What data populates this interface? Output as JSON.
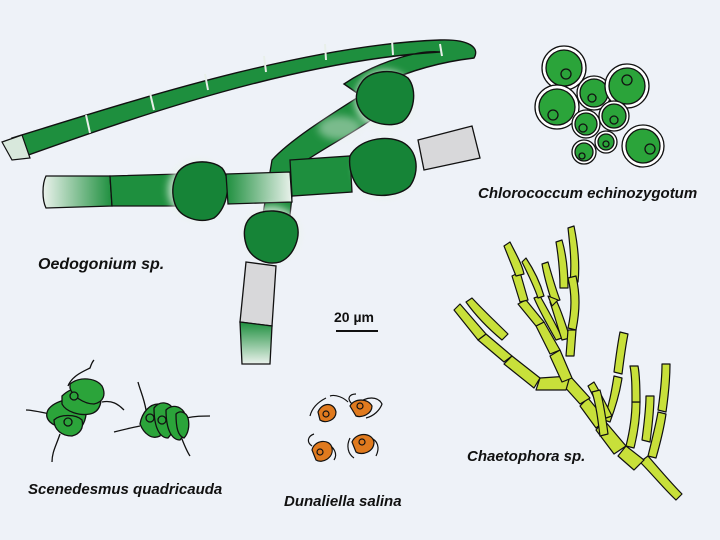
{
  "labels": {
    "oedogonium": "Oedogonium sp.",
    "chlorococcum": "Chlorococcum echinozygotum",
    "chaetophora": "Chaetophora sp.",
    "scenedesmus": "Scenedesmus quadricauda",
    "dunaliella": "Dunaliella salina"
  },
  "scale_bar": {
    "label": "20 µm"
  },
  "colors": {
    "background": "#eef2f8",
    "filament_green": "#1e8f3e",
    "dark_green": "#168437",
    "cell_green": "#2ba43a",
    "dead_cell_gray": "#d8d8da",
    "chaetophora_yellow": "#c8e03a",
    "dunaliella_orange": "#e07a1e",
    "outline": "#111111"
  }
}
